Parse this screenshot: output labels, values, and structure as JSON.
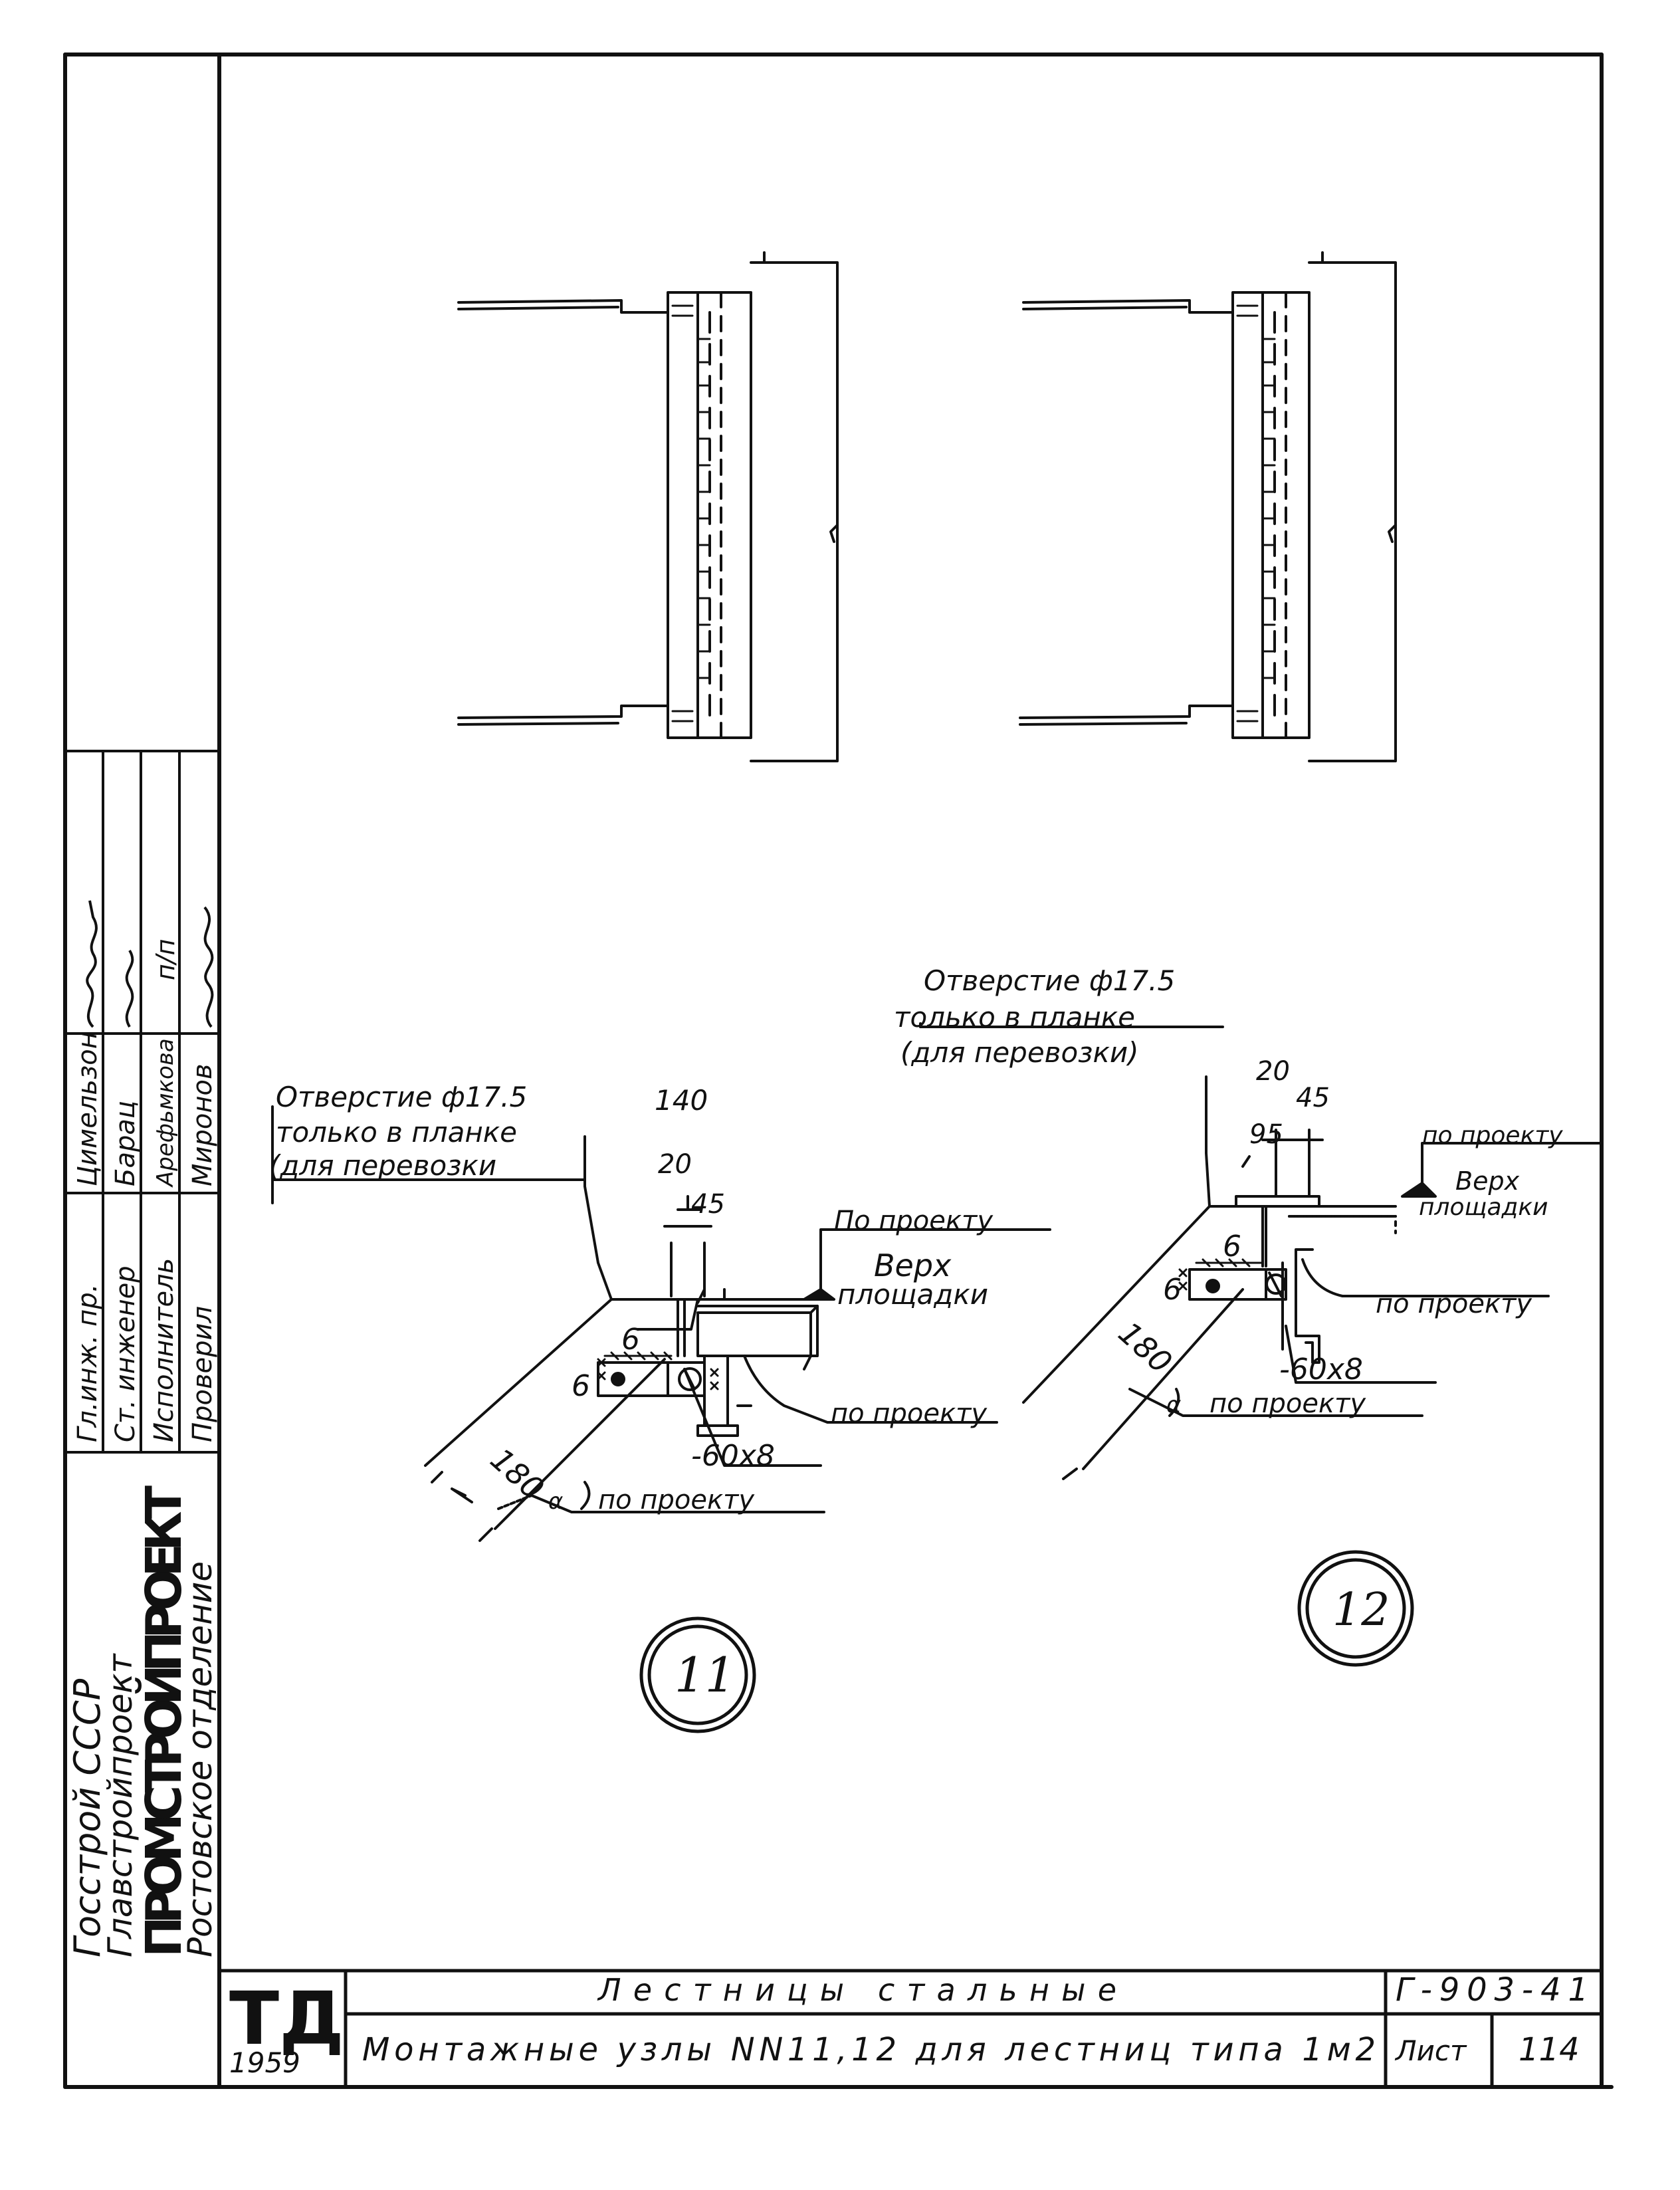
{
  "org": {
    "line1": "Госстрой СССР",
    "line2": "Главстройпроект",
    "line3": "ПРОМСТРОЙПРОЕКТ",
    "line4": "Ростовское отделение"
  },
  "signatures": [
    {
      "role": "Гл.инж. пр.",
      "name": "Цимельзон"
    },
    {
      "role": "Ст. инженер",
      "name": "Барац"
    },
    {
      "role": "Исполнитель",
      "name": "Арефьмкова"
    },
    {
      "role": "Проверил",
      "name": "Миронов"
    }
  ],
  "signature_mark": "п/п",
  "node11": {
    "hole_note": [
      "Отверстие ф17.5",
      "только в планке",
      "(для перевозки"
    ],
    "dims": {
      "d140": "140",
      "d20": "20",
      "d45": "45",
      "d6a": "6",
      "d6b": "6",
      "d180": "180",
      "alpha": "α"
    },
    "labels": {
      "po_proektu_top": "По проекту",
      "verkh1": "Верх",
      "verkh2": "площадки",
      "po_proektu_mid": "по проекту",
      "plate": "-60х8",
      "po_proektu_bottom": "по проекту"
    },
    "number": "11"
  },
  "node12": {
    "hole_note": [
      "Отверстие ф17.5",
      "только в планке",
      "(для перевозки)"
    ],
    "dims": {
      "d20": "20",
      "d45": "45",
      "d95": "95",
      "d6a": "6",
      "d6b": "6",
      "d180": "180",
      "alpha": "α"
    },
    "labels": {
      "po_proektu_top": "по проекту",
      "verkh1": "Верх",
      "verkh2": "площадки",
      "po_proektu_mid": "по проекту",
      "plate": "-60х8",
      "po_proektu_bottom": "по проекту"
    },
    "number": "12"
  },
  "titleblock": {
    "logo": "ТД",
    "year": "1959",
    "title1": "Лестницы стальные",
    "title2": "Монтажные узлы NN11,12 для лестниц типа 1м2",
    "code": "Г-903-41",
    "sheet_label": "Лист",
    "sheet_no": "114"
  }
}
